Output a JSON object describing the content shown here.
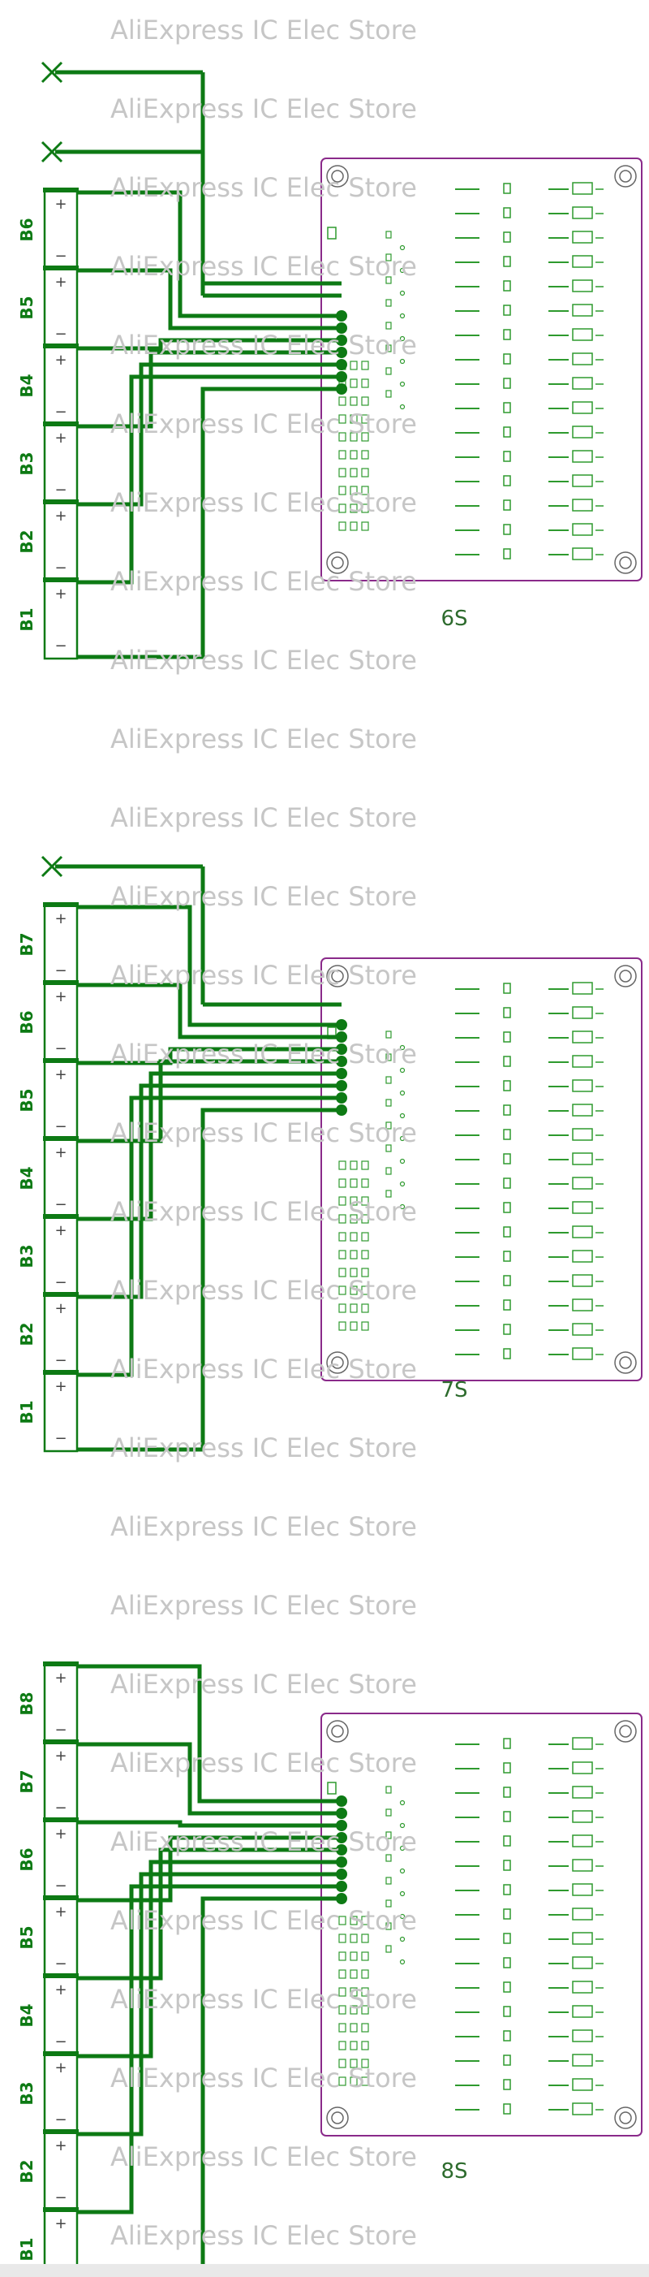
{
  "watermark": "AliExpress IC Elec Store",
  "colors": {
    "wire": "#0d7a14",
    "board_outline": "#8a2a8a",
    "silk": "#2e9a2e",
    "label": "#2d6b2d",
    "watermark": "#c6c6c6"
  },
  "icons": [
    "x-mark-icon",
    "battery-cell-icon",
    "mounting-hole-icon"
  ],
  "diagrams": [
    {
      "name": "6S",
      "cells": [
        "B6",
        "B5",
        "B4",
        "B3",
        "B2",
        "B1"
      ],
      "unused_wires": 2,
      "plus": "+",
      "minus": "−"
    },
    {
      "name": "7S",
      "cells": [
        "B7",
        "B6",
        "B5",
        "B4",
        "B3",
        "B2",
        "B1"
      ],
      "unused_wires": 1,
      "plus": "+",
      "minus": "−"
    },
    {
      "name": "8S",
      "cells": [
        "B8",
        "B7",
        "B6",
        "B5",
        "B4",
        "B3",
        "B2",
        "B1"
      ],
      "unused_wires": 0,
      "plus": "+",
      "minus": "−"
    }
  ]
}
